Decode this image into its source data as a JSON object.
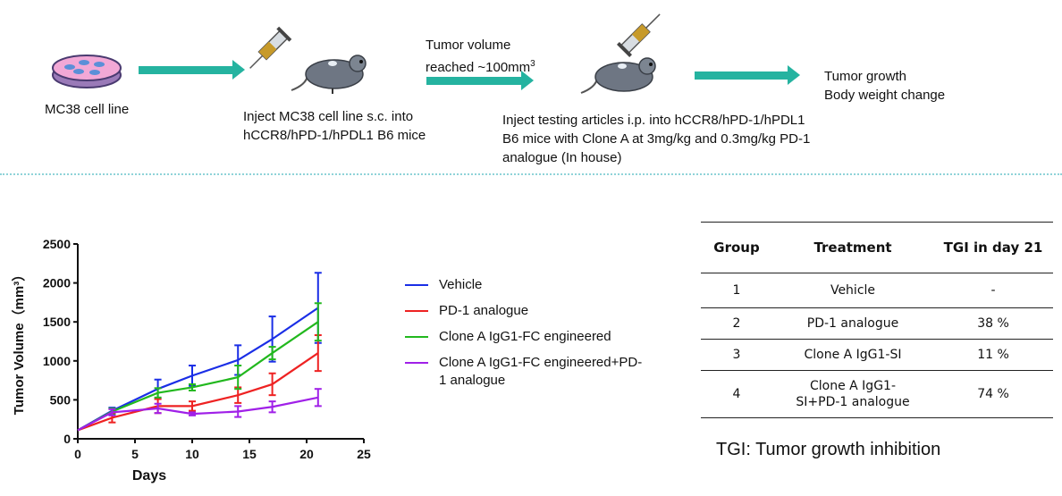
{
  "workflow": {
    "cell_line_label": "MC38 cell line",
    "inject_cells_label": "Inject MC38 cell line s.c. into hCCR8/hPD-1/hPDL1 B6 mice",
    "tumor_volume_label": "Tumor  volume reached ~100mm",
    "tumor_volume_sup": "3",
    "inject_articles_label": "Inject testing articles i.p. into hCCR8/hPD-1/hPDL1 B6 mice with Clone A at 3mg/kg and 0.3mg/kg PD-1 analogue (In house)",
    "outcome_label": "Tumor growth\nBody weight change",
    "arrow_color": "#25b3a0"
  },
  "chart_data": {
    "type": "line",
    "xlabel": "Days",
    "ylabel": "Tumor Volume（mm³）",
    "xlim": [
      0,
      25
    ],
    "ylim": [
      0,
      2500
    ],
    "xticks": [
      0,
      5,
      10,
      15,
      20,
      25
    ],
    "yticks": [
      0,
      500,
      1000,
      1500,
      2000,
      2500
    ],
    "grid": false,
    "legend_position": "right",
    "x": [
      0,
      3,
      7,
      10,
      14,
      17,
      21
    ],
    "series": [
      {
        "name": "Vehicle",
        "color": "#1a2ee6",
        "values": [
          110,
          360,
          640,
          810,
          1010,
          1280,
          1680
        ],
        "errors": [
          0,
          40,
          120,
          130,
          190,
          290,
          450
        ]
      },
      {
        "name": "PD-1 analogue",
        "color": "#ee2222",
        "values": [
          110,
          270,
          420,
          420,
          560,
          700,
          1100
        ],
        "errors": [
          0,
          60,
          90,
          60,
          100,
          140,
          230
        ]
      },
      {
        "name": "Clone A IgG1-FC engineered",
        "color": "#22b81e",
        "values": [
          110,
          350,
          590,
          660,
          790,
          1100,
          1500
        ],
        "errors": [
          0,
          40,
          60,
          40,
          150,
          80,
          240
        ]
      },
      {
        "name": "Clone A IgG1-FC engineered+PD-1 analogue",
        "color": "#a020e8",
        "values": [
          110,
          340,
          390,
          320,
          350,
          410,
          530
        ],
        "errors": [
          0,
          40,
          60,
          20,
          70,
          70,
          110
        ]
      }
    ]
  },
  "table": {
    "headers": [
      "Group",
      "Treatment",
      "TGI in day 21"
    ],
    "rows": [
      {
        "group": "1",
        "treatment": "Vehicle",
        "tgi": "-"
      },
      {
        "group": "2",
        "treatment": "PD-1 analogue",
        "tgi": "38 %"
      },
      {
        "group": "3",
        "treatment": "Clone A IgG1-SI",
        "tgi": "11 %"
      },
      {
        "group": "4",
        "treatment": "Clone A IgG1-SI+PD-1 analogue",
        "tgi": "74 %"
      }
    ],
    "note": "TGI: Tumor growth inhibition"
  }
}
